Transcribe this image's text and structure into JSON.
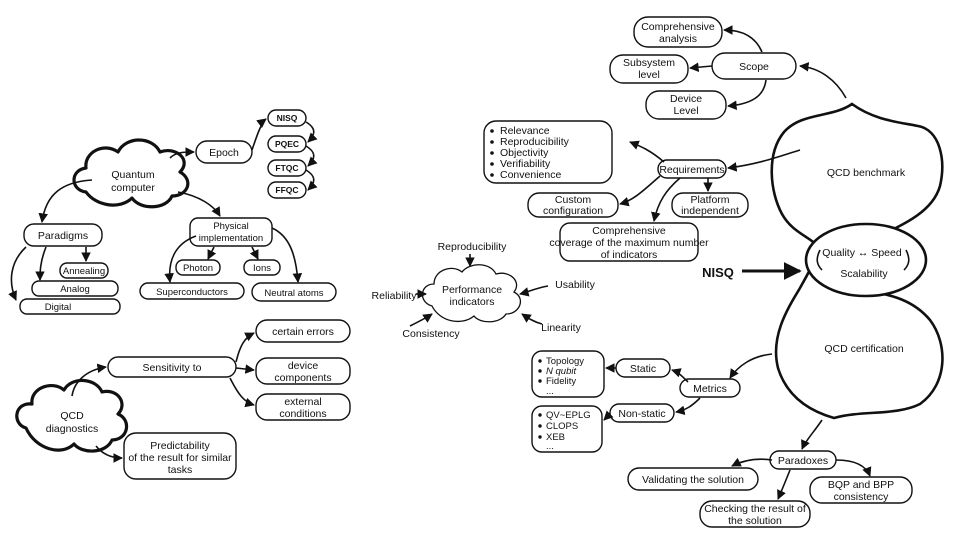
{
  "left": {
    "quantum_computer": "Quantum computer",
    "epoch": "Epoch",
    "epochs": [
      "NISQ",
      "PQEC",
      "FTQC",
      "FFQC"
    ],
    "paradigms": "Paradigms",
    "paradigm_items": [
      "Annealing",
      "Analog",
      "Digital"
    ],
    "physical_implementation": "Physical implementation",
    "implementations": [
      "Photon",
      "Ions",
      "Superconductors",
      "Neutral atoms"
    ],
    "qcd_diagnostics": "QCD diagnostics",
    "sensitivity_to": "Sensitivity to",
    "sensitivity_items": [
      "certain errors",
      "device components",
      "external conditions"
    ],
    "predictability": "Predictability of the result for similar tasks"
  },
  "middle": {
    "performance_indicators": "Performance indicators",
    "reproducibility": "Reproducibility",
    "reliability": "Reliability",
    "usability": "Usability",
    "consistency": "Consistency",
    "linearity": "Linearity",
    "nisq_label": "NISQ"
  },
  "right": {
    "comprehensive_analysis": "Comprehensive analysis",
    "subsystem_level": "Subsystem level",
    "scope": "Scope",
    "device_level": "Device Level",
    "criteria": [
      "Relevance",
      "Reproducibility",
      "Objectivity",
      "Verifiability",
      "Convenience"
    ],
    "requirements": "Requirements",
    "custom_configuration": "Custom configuration",
    "platform_independent": "Platform independent",
    "comprehensive_coverage": "Comprehensive coverage of the maximum number of indicators",
    "qcd_benchmark": "QCD benchmark",
    "quality_speed": "Quality ↔ Speed",
    "scalability": "Scalability",
    "qcd_certification": "QCD certification",
    "static": "Static",
    "static_items": [
      "Topology",
      "N qubit",
      "Fidelity",
      "..."
    ],
    "metrics": "Metrics",
    "non_static": "Non-static",
    "non_static_items": [
      "QV~EPLG",
      "CLOPS",
      "XEB",
      "..."
    ],
    "paradoxes": "Paradoxes",
    "validating": "Validating the solution",
    "bqp_bpp": "BQP and BPP consistency",
    "checking": "Checking the result of the solution"
  }
}
